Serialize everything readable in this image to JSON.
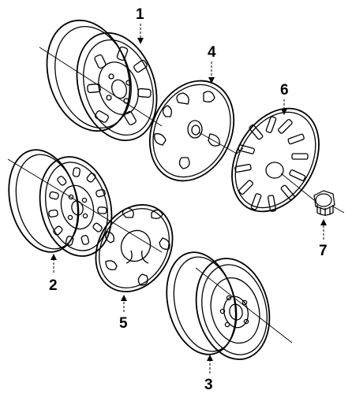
{
  "parts": [
    {
      "number": "1",
      "name": "steel-wheel-slotted"
    },
    {
      "number": "2",
      "name": "steel-wheel-vented"
    },
    {
      "number": "3",
      "name": "steel-wheel-plain"
    },
    {
      "number": "4",
      "name": "wheel-cover-spoke"
    },
    {
      "number": "5",
      "name": "hubcap-small"
    },
    {
      "number": "6",
      "name": "wheel-cover-slotted"
    },
    {
      "number": "7",
      "name": "lug-nut-cap"
    }
  ],
  "colors": {
    "line": "#000000",
    "background": "#ffffff"
  }
}
